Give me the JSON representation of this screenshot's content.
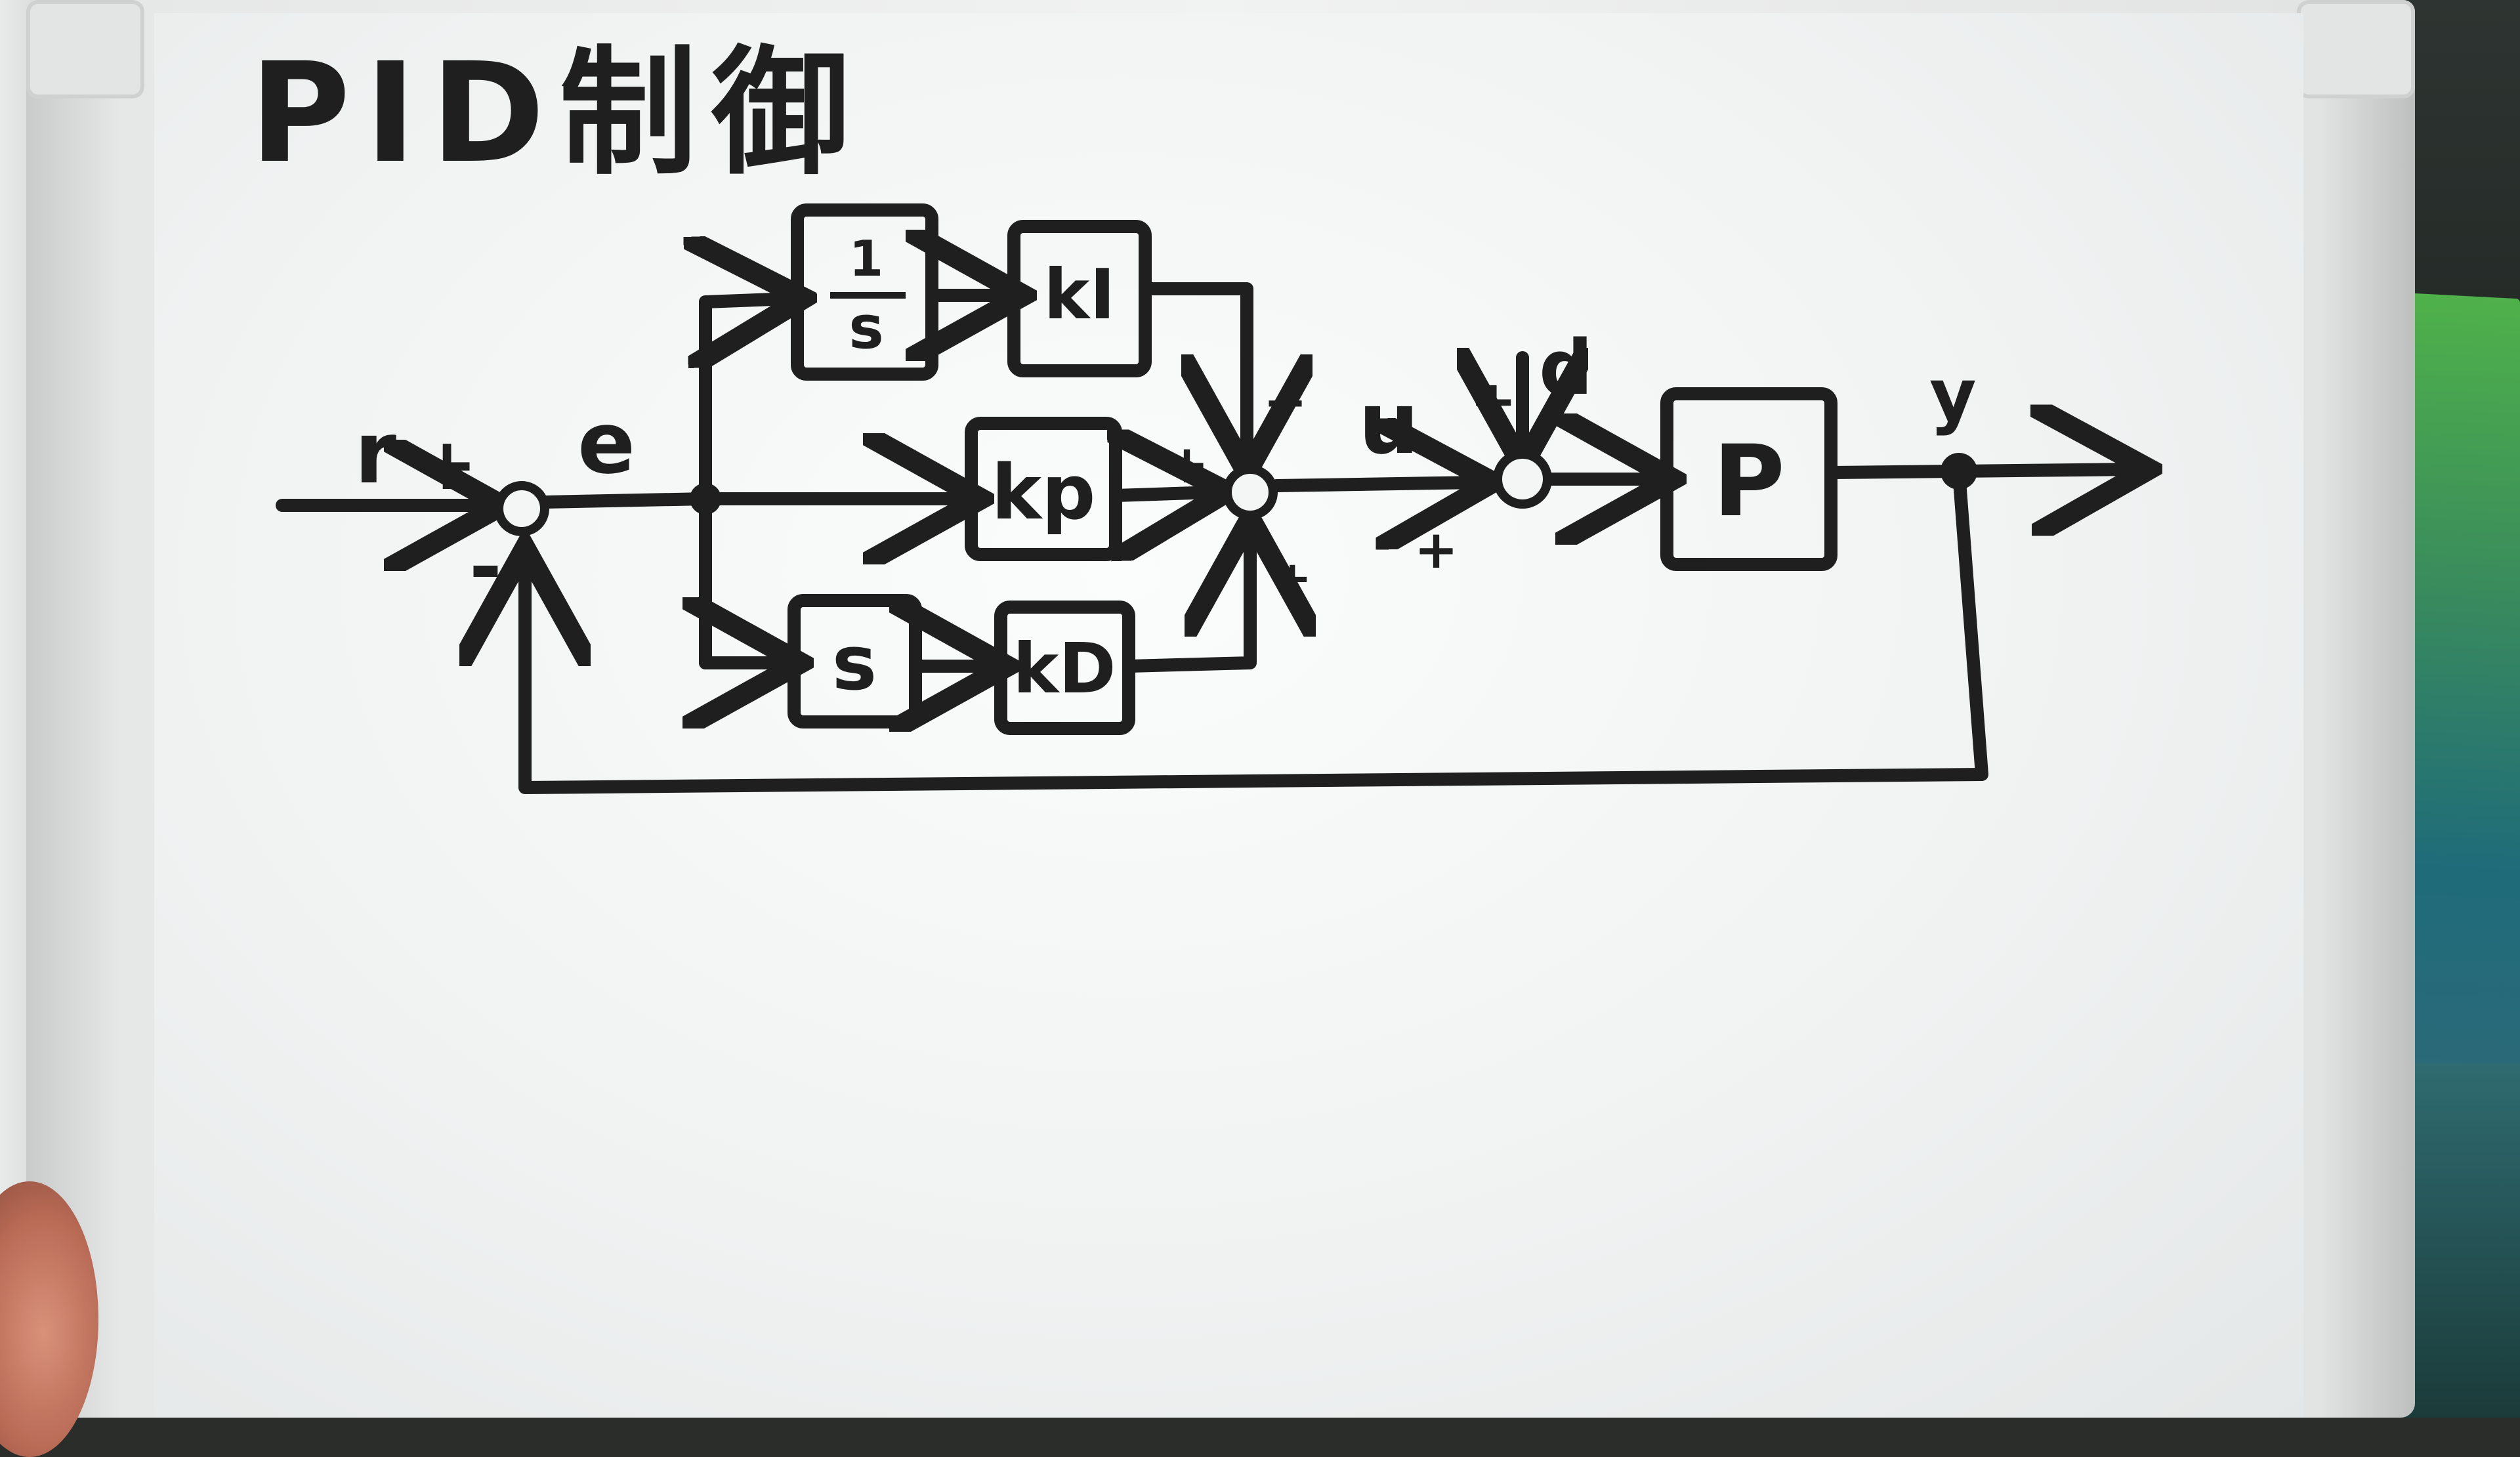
{
  "title": "PID制御",
  "blocks": {
    "integrator": "1/s",
    "ki": "kI",
    "kp": "kp",
    "differentiator": "s",
    "kd": "kD",
    "plant": "P"
  },
  "signals": {
    "r": "r",
    "e": "e",
    "u": "u",
    "d": "d",
    "y": "y"
  },
  "signs": {
    "sum1_plus": "+",
    "sum1_minus": "-",
    "sum2_top": "+",
    "sum2_left": "+",
    "sum2_bottom": "+",
    "sum3_top": "+",
    "sum3_left": "+"
  },
  "colors": {
    "ink": "#1f1f1f",
    "board": "#f1f3f3",
    "frame": "#e3e5e5"
  }
}
